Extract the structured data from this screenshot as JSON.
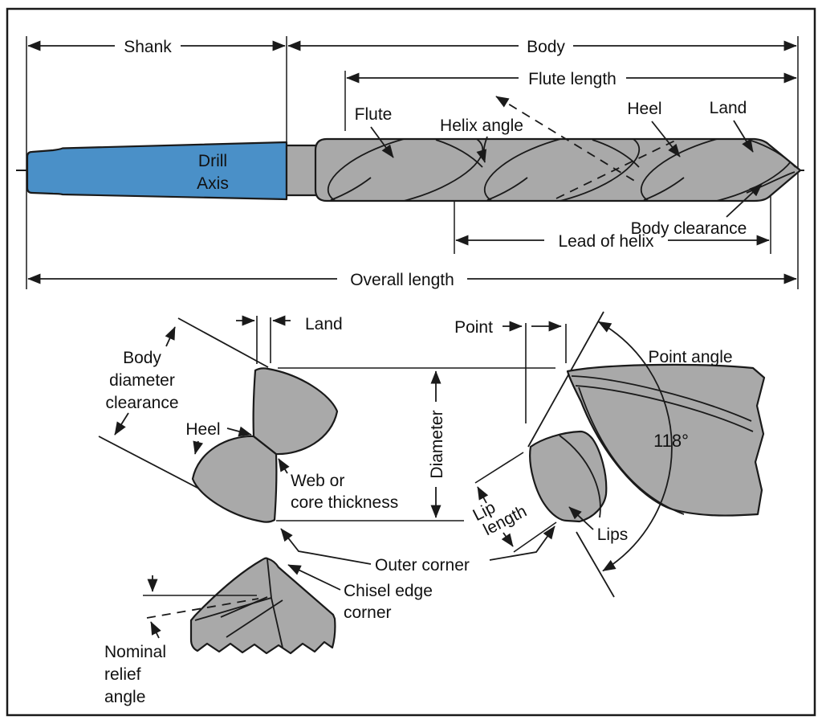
{
  "colors": {
    "shank_blue": "#4a90c8",
    "body_gray": "#a9a9a9",
    "line": "#1a1a1a",
    "background": "#ffffff"
  },
  "top_view": {
    "shank": "Shank",
    "body": "Body",
    "flute_length": "Flute length",
    "flute": "Flute",
    "helix_angle": "Helix angle",
    "heel": "Heel",
    "land": "Land",
    "drill_axis_line1": "Drill",
    "drill_axis_line2": "Axis",
    "body_clearance": "Body clearance",
    "lead_of_helix": "Lead of helix",
    "overall_length": "Overall length"
  },
  "cross_section_view": {
    "land": "Land",
    "clearance_line1": "Body",
    "clearance_line2": "diameter",
    "clearance_line3": "clearance",
    "heel": "Heel",
    "web_line1": "Web or",
    "web_line2": "core thickness",
    "diameter": "Diameter"
  },
  "point_view": {
    "point": "Point",
    "point_angle": "Point angle",
    "angle_value": "118°",
    "lips": "Lips",
    "lip_length_line1": "Lip",
    "lip_length_line2": "length",
    "outer_corner": "Outer corner",
    "chisel_line1": "Chisel edge",
    "chisel_line2": "corner",
    "relief_line1": "Nominal",
    "relief_line2": "relief",
    "relief_line3": "angle"
  }
}
